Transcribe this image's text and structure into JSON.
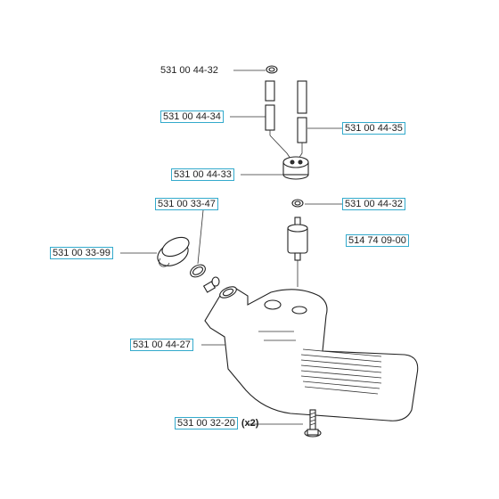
{
  "labels": {
    "cap_ring": "531 00 44-32",
    "hose_left": "531 00 44-34",
    "hose_right": "531 00 44-35",
    "grommet": "531 00 44-33",
    "o_ring": "531 00 33-47",
    "connector_ring": "531 00 44-32",
    "filter": "514 74 09-00",
    "fuel_cap": "531 00 33-99",
    "tank": "531 00 44-27",
    "screw": "531 00 32-20",
    "screw_qty": "(x2)"
  },
  "colors": {
    "label_border": "#33aacc",
    "line": "#222222"
  }
}
